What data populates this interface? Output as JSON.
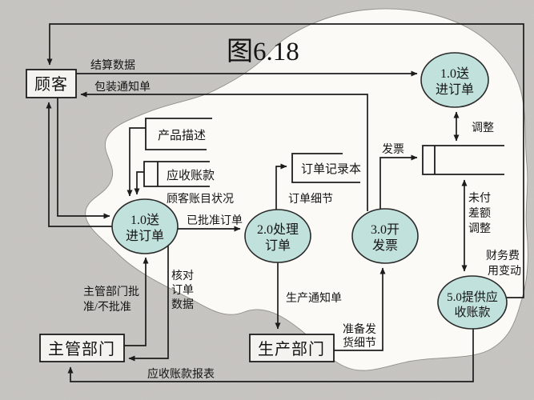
{
  "title": "图6.18",
  "colors": {
    "background": "#c9c7c3",
    "boundary_fill": "#fbfaf6",
    "process_fill": "#c1e1dd",
    "line": "#1c1c1c"
  },
  "entities": {
    "customer": "顾客",
    "supervisor": "主管部门",
    "production": "生产部门"
  },
  "processes": {
    "send_order_top": {
      "line1": "1.0送",
      "line2": "进订单"
    },
    "send_order": {
      "line1": "1.0送",
      "line2": "进订单"
    },
    "process_order": {
      "line1": "2.0处理",
      "line2": "订单"
    },
    "create_invoice": {
      "line1": "3.0开",
      "line2": "发票"
    },
    "provide_ar": {
      "line1": "5.0提供应",
      "line2": "收账款"
    }
  },
  "stores": {
    "product_description": "产品描述",
    "accounts_receivable": "应收账款",
    "order_record_book": "订单记录本"
  },
  "flows": {
    "settlement_data": "结算数据",
    "packing_notice": "包装通知单",
    "customer_account_status": "顾客账目状况",
    "approved_order": "已批准订单",
    "supervisor_approval": {
      "line1": "主管部门批",
      "line2": "准/不批准"
    },
    "verify_order_data": {
      "line1": "核对",
      "line2": "订单",
      "line3": "数据"
    },
    "order_details": "订单细节",
    "production_notice": "生产通知单",
    "prepare_shipping": {
      "line1": "准备发",
      "line2": "货细节"
    },
    "invoice": "发票",
    "adjustment": "调整",
    "unpaid_balance_adjustment": {
      "line1": "未付",
      "line2": "差额",
      "line3": "调整"
    },
    "finance_charge_change": {
      "line1": "财务费",
      "line2": "用变动"
    },
    "ar_report": "应收账款报表"
  }
}
